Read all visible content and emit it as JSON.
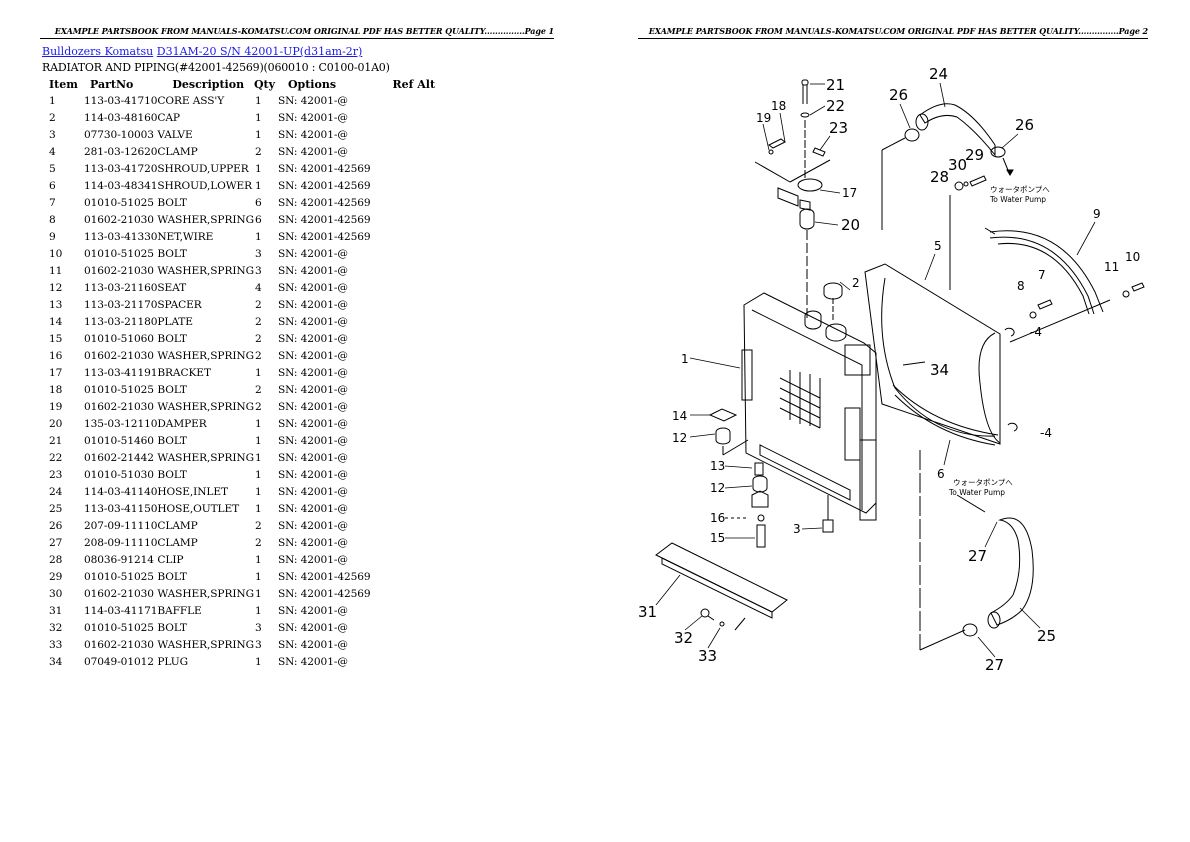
{
  "headers": {
    "page1": "EXAMPLE PARTSBOOK FROM MANUALS-KOMATSU.COM ORIGINAL PDF HAS BETTER QUALITY...............Page 1",
    "page2": "EXAMPLE PARTSBOOK FROM MANUALS-KOMATSU.COM ORIGINAL PDF HAS BETTER QUALITY...............Page 2"
  },
  "breadcrumb": {
    "category_link": "Bulldozers Komatsu",
    "model_link": "D31AM-20 S/N 42001-UP(d31am-2r)"
  },
  "section_title": "RADIATOR AND PIPING(#42001-42569)(060010 : C0100-01A0)",
  "table": {
    "columns": [
      "Item",
      "PartNo",
      "Description",
      "Qty",
      "Options",
      "Ref Alt"
    ],
    "rows": [
      {
        "item": "1",
        "part": "113-03-41710",
        "desc": "CORE ASS'Y",
        "qty": "1",
        "opt": "SN: 42001-@"
      },
      {
        "item": "2",
        "part": "114-03-48160",
        "desc": "CAP",
        "qty": "1",
        "opt": "SN: 42001-@"
      },
      {
        "item": "3",
        "part": "07730-10003",
        "desc": "VALVE",
        "qty": "1",
        "opt": "SN: 42001-@"
      },
      {
        "item": "4",
        "part": "281-03-12620",
        "desc": "CLAMP",
        "qty": "2",
        "opt": "SN: 42001-@"
      },
      {
        "item": "5",
        "part": "113-03-41720",
        "desc": "SHROUD,UPPER",
        "qty": "1",
        "opt": "SN: 42001-42569"
      },
      {
        "item": "6",
        "part": "114-03-48341",
        "desc": "SHROUD,LOWER",
        "qty": "1",
        "opt": "SN: 42001-42569"
      },
      {
        "item": "7",
        "part": "01010-51025",
        "desc": "BOLT",
        "qty": "6",
        "opt": "SN: 42001-42569"
      },
      {
        "item": "8",
        "part": "01602-21030",
        "desc": "WASHER,SPRING",
        "qty": "6",
        "opt": "SN: 42001-42569"
      },
      {
        "item": "9",
        "part": "113-03-41330",
        "desc": "NET,WIRE",
        "qty": "1",
        "opt": "SN: 42001-42569"
      },
      {
        "item": "10",
        "part": "01010-51025",
        "desc": "BOLT",
        "qty": "3",
        "opt": "SN: 42001-@"
      },
      {
        "item": "11",
        "part": "01602-21030",
        "desc": "WASHER,SPRING",
        "qty": "3",
        "opt": "SN: 42001-@"
      },
      {
        "item": "12",
        "part": "113-03-21160",
        "desc": "SEAT",
        "qty": "4",
        "opt": "SN: 42001-@"
      },
      {
        "item": "13",
        "part": "113-03-21170",
        "desc": "SPACER",
        "qty": "2",
        "opt": "SN: 42001-@"
      },
      {
        "item": "14",
        "part": "113-03-21180",
        "desc": "PLATE",
        "qty": "2",
        "opt": "SN: 42001-@"
      },
      {
        "item": "15",
        "part": "01010-51060",
        "desc": "BOLT",
        "qty": "2",
        "opt": "SN: 42001-@"
      },
      {
        "item": "16",
        "part": "01602-21030",
        "desc": "WASHER,SPRING",
        "qty": "2",
        "opt": "SN: 42001-@"
      },
      {
        "item": "17",
        "part": "113-03-41191",
        "desc": "BRACKET",
        "qty": "1",
        "opt": "SN: 42001-@"
      },
      {
        "item": "18",
        "part": "01010-51025",
        "desc": "BOLT",
        "qty": "2",
        "opt": "SN: 42001-@"
      },
      {
        "item": "19",
        "part": "01602-21030",
        "desc": "WASHER,SPRING",
        "qty": "2",
        "opt": "SN: 42001-@"
      },
      {
        "item": "20",
        "part": "135-03-12110",
        "desc": "DAMPER",
        "qty": "1",
        "opt": "SN: 42001-@"
      },
      {
        "item": "21",
        "part": "01010-51460",
        "desc": "BOLT",
        "qty": "1",
        "opt": "SN: 42001-@"
      },
      {
        "item": "22",
        "part": "01602-21442",
        "desc": "WASHER,SPRING",
        "qty": "1",
        "opt": "SN: 42001-@"
      },
      {
        "item": "23",
        "part": "01010-51030",
        "desc": "BOLT",
        "qty": "1",
        "opt": "SN: 42001-@"
      },
      {
        "item": "24",
        "part": "114-03-41140",
        "desc": "HOSE,INLET",
        "qty": "1",
        "opt": "SN: 42001-@"
      },
      {
        "item": "25",
        "part": "113-03-41150",
        "desc": "HOSE,OUTLET",
        "qty": "1",
        "opt": "SN: 42001-@"
      },
      {
        "item": "26",
        "part": "207-09-11110",
        "desc": "CLAMP",
        "qty": "2",
        "opt": "SN: 42001-@"
      },
      {
        "item": "27",
        "part": "208-09-11110",
        "desc": "CLAMP",
        "qty": "2",
        "opt": "SN: 42001-@"
      },
      {
        "item": "28",
        "part": "08036-91214",
        "desc": "CLIP",
        "qty": "1",
        "opt": "SN: 42001-@"
      },
      {
        "item": "29",
        "part": "01010-51025",
        "desc": "BOLT",
        "qty": "1",
        "opt": "SN: 42001-42569"
      },
      {
        "item": "30",
        "part": "01602-21030",
        "desc": "WASHER,SPRING",
        "qty": "1",
        "opt": "SN: 42001-42569"
      },
      {
        "item": "31",
        "part": "114-03-41171",
        "desc": "BAFFLE",
        "qty": "1",
        "opt": "SN: 42001-@"
      },
      {
        "item": "32",
        "part": "01010-51025",
        "desc": "BOLT",
        "qty": "3",
        "opt": "SN: 42001-@"
      },
      {
        "item": "33",
        "part": "01602-21030",
        "desc": "WASHER,SPRING",
        "qty": "3",
        "opt": "SN: 42001-@"
      },
      {
        "item": "34",
        "part": "07049-01012",
        "desc": "PLUG",
        "qty": "1",
        "opt": "SN: 42001-@"
      }
    ]
  },
  "diagram": {
    "callouts": [
      "1",
      "2",
      "3",
      "4",
      "4",
      "5",
      "6",
      "7",
      "8",
      "9",
      "10",
      "11",
      "12",
      "12",
      "13",
      "14",
      "15",
      "16",
      "17",
      "18",
      "19",
      "20",
      "21",
      "22",
      "23",
      "24",
      "25",
      "26",
      "26",
      "27",
      "27",
      "28",
      "29",
      "30",
      "31",
      "32",
      "33",
      "34"
    ],
    "note_jp": "ウォータポンプへ",
    "note_en": "To Water Pump"
  }
}
